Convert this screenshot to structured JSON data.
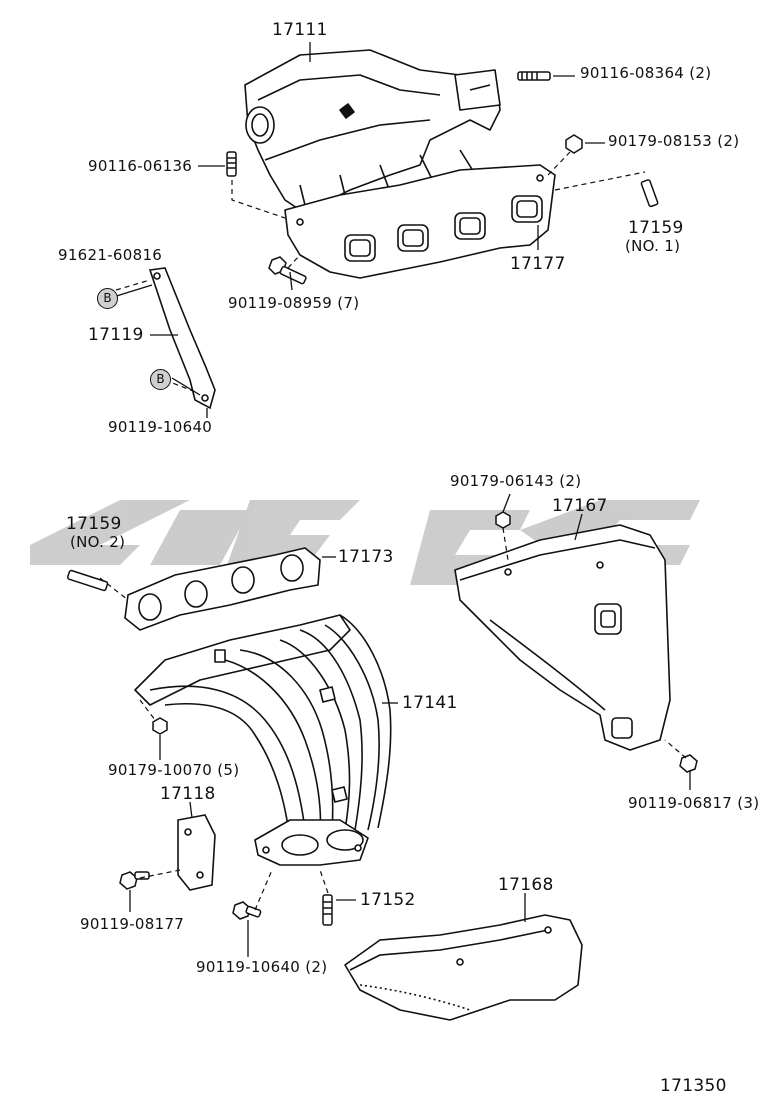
{
  "diagram": {
    "parts": {
      "p17111": "17111",
      "p90116_08364": "90116-08364 (2)",
      "p90179_08153": "90179-08153 (2)",
      "p90116_06136": "90116-06136",
      "p17159_no1": "17159",
      "p17159_no1_sub": "(NO. 1)",
      "p17177": "17177",
      "p91621": "91621-60816",
      "p17119": "17119",
      "p90119_08959": "90119-08959 (7)",
      "p90119_10640a": "90119-10640",
      "p90179_06143": "90179-06143 (2)",
      "p17167": "17167",
      "p17159_no2": "17159",
      "p17159_no2_sub": "(NO. 2)",
      "p17173": "17173",
      "p17141": "17141",
      "p90179_10070": "90179-10070 (5)",
      "p17118": "17118",
      "p90119_06817": "90119-06817 (3)",
      "p90119_08177": "90119-08177",
      "p17152": "17152",
      "p17168": "17168",
      "p90119_10640b": "90119-10640 (2)"
    },
    "callout_b1": "B",
    "callout_b2": "B",
    "figure_number": "171350"
  }
}
